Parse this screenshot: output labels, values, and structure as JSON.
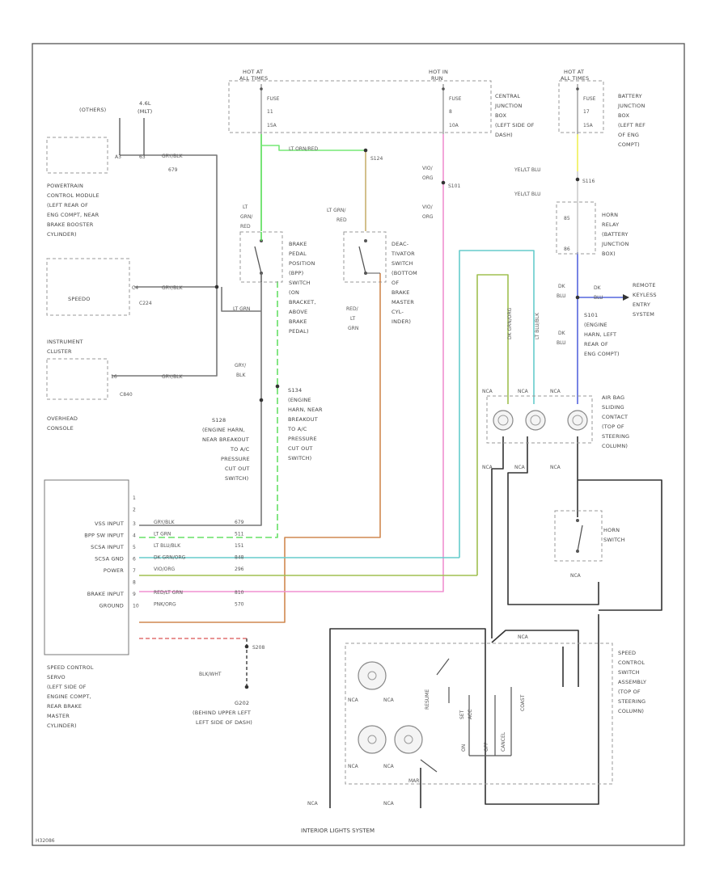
{
  "labels": {
    "hot_at_all_times_1": "HOT AT",
    "hot_at_all_times_1b": "ALL TIMES",
    "hot_in_run": "HOT IN",
    "hot_in_run_b": "RUN",
    "hot_at_all_times_2": "HOT AT",
    "hot_at_all_times_2b": "ALL TIMES",
    "fuse": "FUSE",
    "fuse1_num": "11",
    "fuse1_amp": "15A",
    "fuse2_num": "8",
    "fuse2_amp": "10A",
    "fuse3_num": "17",
    "fuse3_amp": "15A",
    "cjb_lines": [
      "CENTRAL",
      "JUNCTION",
      "BOX",
      "(LEFT SIDE OF",
      "DASH)"
    ],
    "bjb_lines": [
      "BATTERY",
      "JUNCTION",
      "BOX",
      "(LEFT REF",
      "OF ENG",
      "COMPT)"
    ],
    "others": "(OTHERS)",
    "eng_46l": "4.6L",
    "eng_46l_b": "(MLT)",
    "pcm_pins": [
      "A3",
      "63"
    ],
    "pcm_wire": "GRY/BLK",
    "pcm_wire_num": "679",
    "pcm_lines": [
      "POWERTRAIN",
      "CONTROL MODULE",
      "(LEFT REAR OF",
      "ENG COMPT, NEAR",
      "BRAKE BOOSTER",
      "CYLINDER)"
    ],
    "speedo": "SPEEDO",
    "speedo_pin": "C4",
    "speedo_conn": "C224",
    "speedo_wire": "GRY/BLK",
    "ic_lines": [
      "INSTRUMENT",
      "CLUSTER"
    ],
    "ic_pin": "16",
    "ic_conn": "C840",
    "ic_wire": "GRY/BLK",
    "overhead": [
      "OVERHEAD",
      "CONSOLE"
    ],
    "lt_orn_red": "LT ORN/RED",
    "s124": "S124",
    "lt_grn_red_1": [
      "LT",
      "GRN/",
      "RED"
    ],
    "lt_grn_red_2": [
      "LT GRN/",
      "RED"
    ],
    "bpp_lines": [
      "BRAKE",
      "PEDAL",
      "POSITION",
      "(BPP)",
      "SWITCH",
      "(ON",
      "BRACKET,",
      "ABOVE",
      "BRAKE",
      "PEDAL)"
    ],
    "deact_lines": [
      "DEAC-",
      "TIVATOR",
      "SWITCH",
      "(BOTTOM",
      "OF",
      "BRAKE",
      "MASTER",
      "CYL-",
      "INDER)"
    ],
    "red_lt_grn": [
      "RED/",
      "LT",
      "GRN"
    ],
    "lt_grn": "LT GRN",
    "gry_blk": [
      "GRY/",
      "BLK"
    ],
    "s128_lines": [
      "S128",
      "(ENGINE HARN,",
      "NEAR BREAKOUT",
      "TO A/C",
      "PRESSURE",
      "CUT OUT",
      "SWITCH)"
    ],
    "s134_lines": [
      "S134",
      "(ENGINE",
      "HARN, NEAR",
      "BREAKOUT",
      "TO A/C",
      "PRESSURE",
      "CUT OUT",
      "SWITCH)"
    ],
    "vio_org_1": [
      "VIO/",
      "ORG"
    ],
    "vio_org_2": [
      "VIO/",
      "ORG"
    ],
    "s101": "S101",
    "yel_lt_blu_1": "YEL/LT BLU",
    "yel_lt_blu_2": "YEL/LT BLU",
    "s116": "S116",
    "horn_relay_lines": [
      "HORN",
      "RELAY",
      "(BATTERY",
      "JUNCTION",
      "BOX)"
    ],
    "relay_pins": [
      "85",
      "86"
    ],
    "dk_blu": [
      "DK",
      "BLU"
    ],
    "dk_blu_2": [
      "DK",
      "BLU"
    ],
    "dk_blu_3": [
      "DK",
      "BLU"
    ],
    "rke_lines": [
      "REMOTE",
      "KEYLESS",
      "ENTRY",
      "SYSTEM"
    ],
    "s101b_lines": [
      "S101",
      "(ENGINE",
      "HARN, LEFT",
      "REAR OF",
      "ENG COMPT)"
    ],
    "lt_blu_blk": "LT BLU/BLK",
    "dk_grn_org": "DK GRN/ORG",
    "nca_list": [
      "NCA",
      "NCA",
      "NCA"
    ],
    "airbag_lines": [
      "AIR BAG",
      "SLIDING",
      "CONTACT",
      "(TOP OF",
      "STEERING",
      "COLUMN)"
    ],
    "nca_lower": [
      "NCA",
      "NCA",
      "NCA"
    ],
    "horn_switch": [
      "HORN",
      "SWITCH"
    ],
    "nca_horn": "NCA",
    "scs_lines": [
      "SPEED CONTROL",
      "SERVO",
      "(LEFT SIDE OF",
      "ENGINE COMPT,",
      "REAR BRAKE",
      "MASTER",
      "CYLINDER)"
    ],
    "scs_pins": [
      "1",
      "2",
      "3",
      "4",
      "5",
      "6",
      "7",
      "8",
      "9",
      "10"
    ],
    "scs_rows": [
      {
        "name": "VSS INPUT",
        "color": "GRY/BLK",
        "num": "679"
      },
      {
        "name": "BPP SW INPUT",
        "color": "LT GRN",
        "num": "511"
      },
      {
        "name": "SCSA INPUT",
        "color": "LT BLU/BLK",
        "num": "151"
      },
      {
        "name": "SCSA GND",
        "color": "DK GRN/ORG",
        "num": "848"
      },
      {
        "name": "POWER",
        "color": "VIO/ORG",
        "num": "296"
      },
      {
        "name": "",
        "color": "",
        "num": ""
      },
      {
        "name": "BRAKE INPUT",
        "color": "RED/LT GRN",
        "num": "810"
      },
      {
        "name": "GROUND",
        "color": "PNK/ORG",
        "num": "570"
      }
    ],
    "s208": "S208",
    "blk_wht": "BLK/WHT",
    "g202_lines": [
      "G202",
      "(BEHIND UPPER LEFT",
      "LEFT SIDE OF DASH)"
    ],
    "nca_bottom_1": "NCA",
    "nca_bottom_2": "NCA",
    "nca_bottom_3": "NCA",
    "nca_bottom_4": "NCA",
    "resume": "RESUME",
    "set_acc": [
      "SET",
      "ACC"
    ],
    "off": "OFF",
    "coast": "COAST",
    "on": "ON",
    "cancel": "CANCEL",
    "sca_lines": [
      "SPEED",
      "CONTROL",
      "SWITCH",
      "ASSEMBLY",
      "(TOP OF",
      "STEERING",
      "COLUMN)"
    ],
    "ilsy": "INTERIOR LIGHTS SYSTEM",
    "nca_il_1": "NCA",
    "nca_il_2": "NCA",
    "imp": "MAR",
    "nca_imp": "NCA",
    "id": "H32086"
  }
}
